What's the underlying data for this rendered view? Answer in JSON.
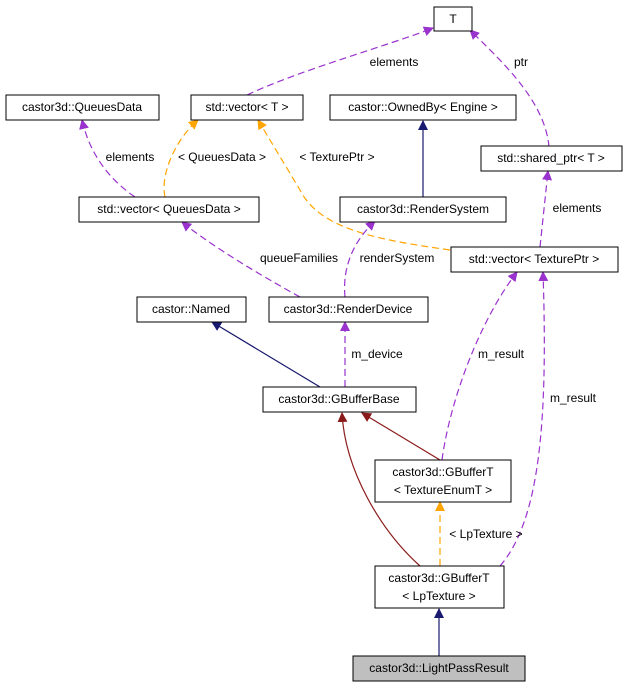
{
  "colors": {
    "usage": "#9a32cd",
    "template": "#ffa500",
    "inherit_public": "#191970",
    "inherit_protected": "#8b1a1a",
    "node_fill": "#ffffff",
    "node_highlight": "#bfbfbf"
  },
  "nodes": {
    "T": {
      "label": "T"
    },
    "queuesdata": {
      "label": "castor3d::QueuesData"
    },
    "vec_t": {
      "label": "std::vector< T >"
    },
    "ownedby": {
      "label": "castor::OwnedBy< Engine >"
    },
    "shared_ptr": {
      "label": "std::shared_ptr< T >"
    },
    "vec_queuesdata": {
      "label": "std::vector< QueuesData >"
    },
    "rendersystem": {
      "label": "castor3d::RenderSystem"
    },
    "vec_textureptr": {
      "label": "std::vector< TexturePtr >"
    },
    "named": {
      "label": "castor::Named"
    },
    "renderdevice": {
      "label": "castor3d::RenderDevice"
    },
    "gbufferbase": {
      "label": "castor3d::GBufferBase"
    },
    "gbuffert_enum_1": {
      "label": "castor3d::GBufferT"
    },
    "gbuffert_enum_2": {
      "label": "< TextureEnumT >"
    },
    "gbuffert_lp_1": {
      "label": "castor3d::GBufferT"
    },
    "gbuffert_lp_2": {
      "label": "< LpTexture >"
    },
    "lightpassresult": {
      "label": "castor3d::LightPassResult"
    }
  },
  "edge_labels": {
    "elements_T": "elements",
    "ptr": "ptr",
    "elements_qd": "elements",
    "queuesdata_tpl": "< QueuesData >",
    "textureptr_tpl": "< TexturePtr >",
    "elements_sp": "elements",
    "queuefamilies": "queueFamilies",
    "rendersystem": "renderSystem",
    "m_device": "m_device",
    "m_result_1": "m_result",
    "m_result_2": "m_result",
    "lptexture_tpl": "< LpTexture >"
  }
}
